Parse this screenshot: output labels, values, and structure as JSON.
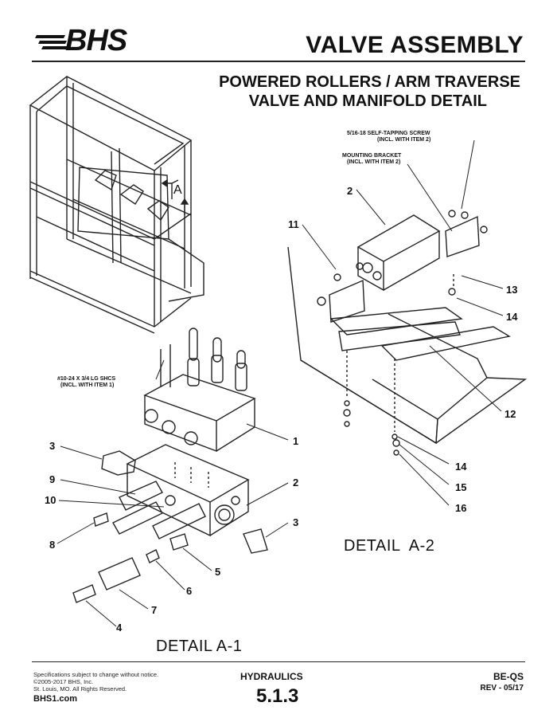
{
  "header": {
    "brand": "BHS",
    "title": "VALVE ASSEMBLY",
    "subtitle_line1": "POWERED ROLLERS / ARM TRAVERSE",
    "subtitle_line2": "VALVE AND MANIFOLD DETAIL"
  },
  "overview": {
    "view_label": "A"
  },
  "detail_a2": {
    "caption": "DETAIL  A-2",
    "note_screw_line1": "5/16-18 SELF-TAPPING SCREW",
    "note_screw_line2": "(INCL. WITH ITEM 2)",
    "note_bracket_line1": "MOUNTING BRACKET",
    "note_bracket_line2": "(INCL. WITH ITEM 2)",
    "callouts": [
      "2",
      "11",
      "13",
      "14",
      "12",
      "14",
      "15",
      "16"
    ]
  },
  "detail_a1": {
    "caption": "DETAIL A-1",
    "note_shcs_line1": "#10-24 X 3/4 LG SHCS",
    "note_shcs_line2": "(INCL. WITH ITEM 1)",
    "callouts": [
      "1",
      "2",
      "3",
      "3",
      "9",
      "10",
      "8",
      "5",
      "6",
      "7",
      "4"
    ]
  },
  "footer": {
    "legal_line1": "Specifications subject to change without notice.",
    "legal_line2": "©2005-2017 BHS, Inc.",
    "legal_line3": "St. Louis, MO.  All Rights Reserved.",
    "website": "BHS1.com",
    "section_name": "HYDRAULICS",
    "section_number": "5.1.3",
    "doc_code": "BE-QS",
    "revision": "REV - 05/17"
  }
}
